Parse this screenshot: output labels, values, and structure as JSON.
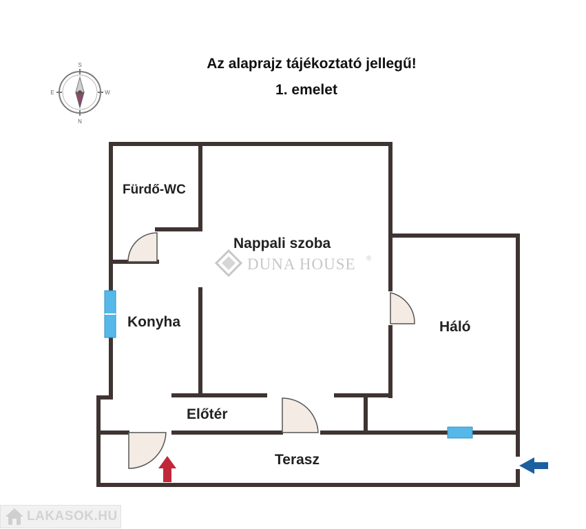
{
  "header": {
    "title_line1": "Az alaprajz tájékoztató jellegű!",
    "title_line2": "1. emelet"
  },
  "compass": {
    "north": "S",
    "east": "W",
    "south": "N",
    "west": "E"
  },
  "rooms": {
    "bathroom": "Fürdő-WC",
    "living_room": "Nappali szoba",
    "kitchen": "Konyha",
    "bedroom": "Háló",
    "hall": "Előtér",
    "terrace": "Terasz"
  },
  "watermark": {
    "text": "DUNA HOUSE",
    "mark": "®"
  },
  "footer": {
    "logo_text": "LAKASOK.HU"
  },
  "colors": {
    "wall": "#3f3432",
    "window": "#56b8e8",
    "door_fill": "#f4ece4",
    "entry_arrow": "#c0283a",
    "side_arrow": "#1c5fa0"
  }
}
